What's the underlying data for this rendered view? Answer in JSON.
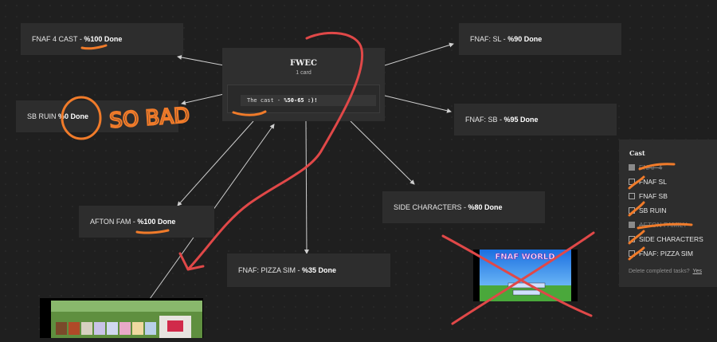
{
  "center_card": {
    "title": "FWEC",
    "subtitle": "1 card",
    "inner_prefix": "The cast - ",
    "inner_bold": "%50-65 :)!"
  },
  "cards": {
    "fnaf4": {
      "prefix": "FNAF 4 CAST - ",
      "bold": "%100 Done"
    },
    "fnaf_sl": {
      "prefix": "FNAF: SL - ",
      "bold": "%90 Done"
    },
    "sb_ruin": {
      "prefix": "SB RUIN ",
      "bold": "%0 Done"
    },
    "fnaf_sb": {
      "prefix": "FNAF: SB - ",
      "bold": "%95 Done"
    },
    "afton": {
      "prefix": "AFTON FAM - ",
      "bold": "%100 Done"
    },
    "side": {
      "prefix": "SIDE CHARACTERS - ",
      "bold": "%80 Done"
    },
    "pizza": {
      "prefix": "FNAF: PIZZA SIM - ",
      "bold": "%35 Done"
    }
  },
  "checklist": {
    "title": "Cast",
    "items": [
      {
        "label": "FNAF 4",
        "checked": true
      },
      {
        "label": "FNAF SL",
        "checked": false
      },
      {
        "label": "FNAF SB",
        "checked": false
      },
      {
        "label": "SB RUIN",
        "checked": false
      },
      {
        "label": "AFTON FAMILY",
        "checked": true
      },
      {
        "label": "SIDE CHARACTERS",
        "checked": false
      },
      {
        "label": "FNAF: PIZZA SIM",
        "checked": false
      }
    ],
    "footer_text": "Delete completed tasks?",
    "footer_yes": "Yes"
  },
  "annotations": {
    "so_bad": "SO BAD"
  },
  "images": {
    "fnaf_world_label": "FNAF WORLD"
  },
  "colors": {
    "board_bg": "#1f1f1f",
    "card_bg": "#2d2d2d",
    "orange_marker": "#f07b2a",
    "red_marker": "#e04848"
  }
}
